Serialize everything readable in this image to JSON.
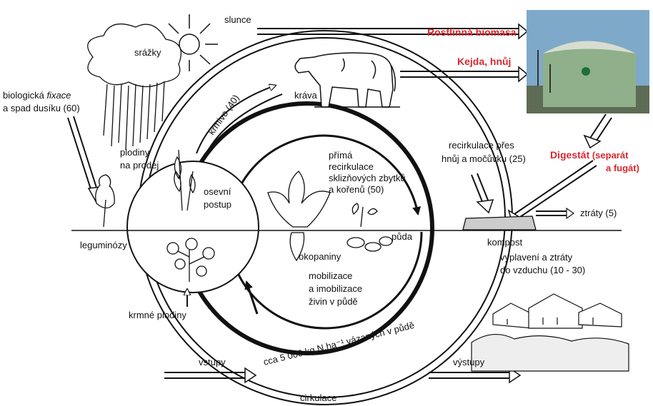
{
  "labels": {
    "slunce": "slunce",
    "srazky": "srážky",
    "bio_fixace_1_a": "biologická ",
    "bio_fixace_1_b": "fixace",
    "bio_fixace_2": "a spad dusíku (60)",
    "krmivo": "krmivo (40)",
    "krava": "kráva",
    "plodiny_1": "plodiny",
    "plodiny_2": "na prodej",
    "osevni_1": "osevní",
    "osevni_2": "postup",
    "prima_1": "přímá",
    "prima_2": "recirkulace",
    "prima_3": "sklizňových zbytků",
    "prima_4": "a kořenů (50)",
    "recirk_1": "recirkulace přes",
    "recirk_2": "hnůj a močůvku (25)",
    "ztraty": "ztráty (5)",
    "kompost": "kompost",
    "leguminozy": "leguminózy",
    "okopaniny": "okopaniny",
    "puda": "půda",
    "mobil_1": "mobilizace",
    "mobil_2": "a imobilizace",
    "mobil_3": "živin v půdě",
    "vyplaveni_1": "vyplavení a ztráty",
    "vyplaveni_2": "do vzduchu (10 - 30)",
    "krmne": "krmné plodiny",
    "cca_vazanych": "cca 5 000 kg N.ha⁻¹ vázaných v půdě",
    "vstupy": "vstupy",
    "cirkulace": "cirkulace",
    "vystupy": "výstupy"
  },
  "red_labels": {
    "rostlinna": "Rostlinná biomasa",
    "kejda": "Kejda, hnůj",
    "digestat_a": "Digestát",
    "digestat_b": " (separát",
    "fugat": "a fugát)"
  },
  "colors": {
    "red": "#d9282f",
    "ink": "#111111",
    "tank": "#8fb08a",
    "roof": "#d8dcd0",
    "sky": "#7fa9c9"
  }
}
